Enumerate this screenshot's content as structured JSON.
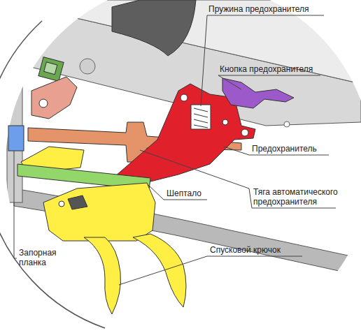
{
  "diagram": {
    "labels": [
      "Пружина предохранителя",
      "Кнопка предохранителя",
      "Предохранитель",
      "Тяга автоматического предохранителя",
      "Шептало",
      "Запорная планка",
      "Спусковой крючок"
    ]
  }
}
